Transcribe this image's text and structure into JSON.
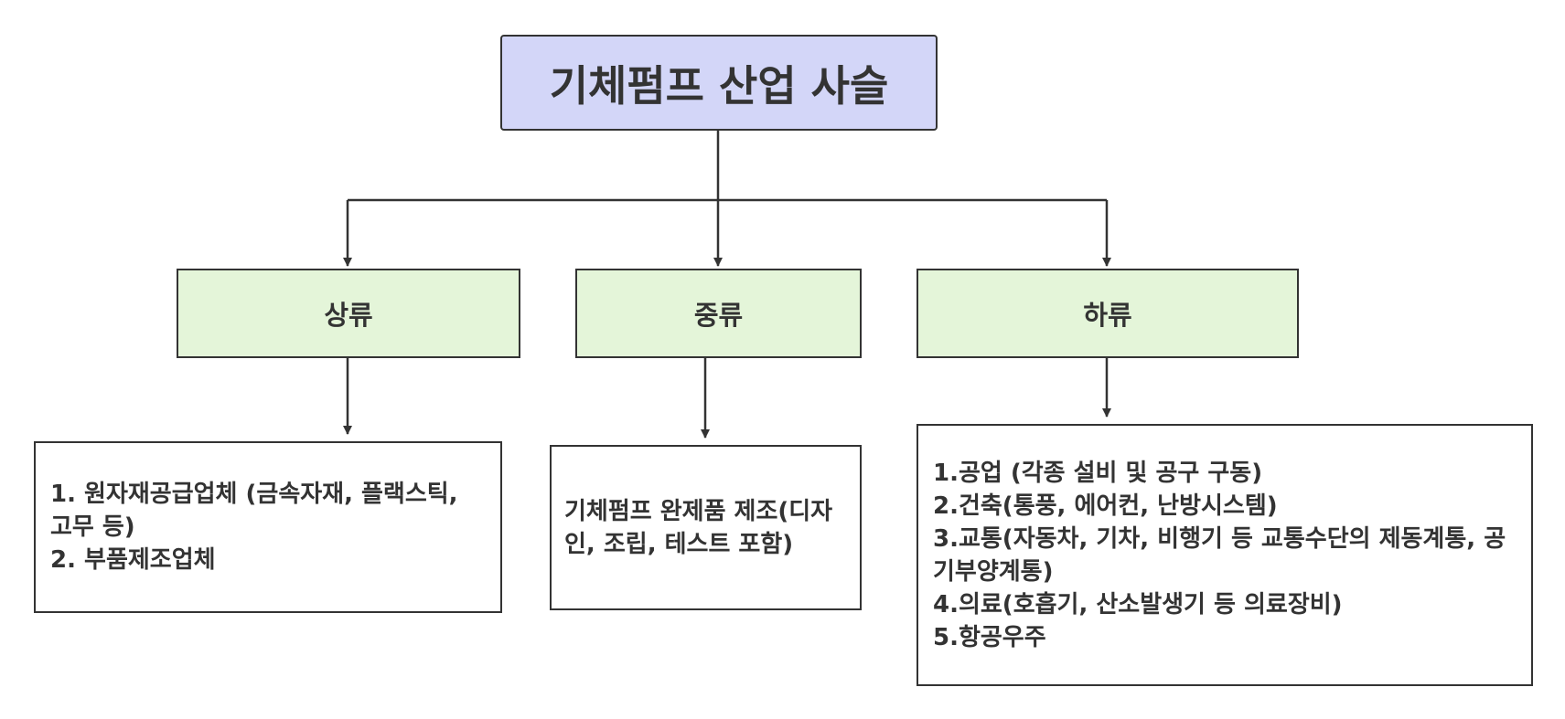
{
  "title": "기체펌프 산업 사슬",
  "categories": {
    "upstream": "상류",
    "midstream": "중류",
    "downstream": "하류"
  },
  "upstream_items": [
    "1. 원자재공급업체  (금속자재, 플랙스틱, 고무 등)",
    "2. 부품제조업체"
  ],
  "midstream_text": "기체펌프 완제품 제조(디자인, 조립, 테스트 포함)",
  "downstream_items": [
    "1.공업  (각종 설비 및 공구 구동)",
    "2.건축(통풍, 에어컨, 난방시스템)",
    "3.교통(자동차, 기차, 비행기 등 교통수단의 제동계통, 공기부양계통)",
    "4.의료(호흡기, 산소발생기 등 의료장비)",
    "5.항공우주"
  ],
  "colors": {
    "root_fill": "#d3d6f8",
    "category_fill": "#e4f5d9",
    "detail_fill": "#ffffff",
    "stroke": "#333333"
  }
}
